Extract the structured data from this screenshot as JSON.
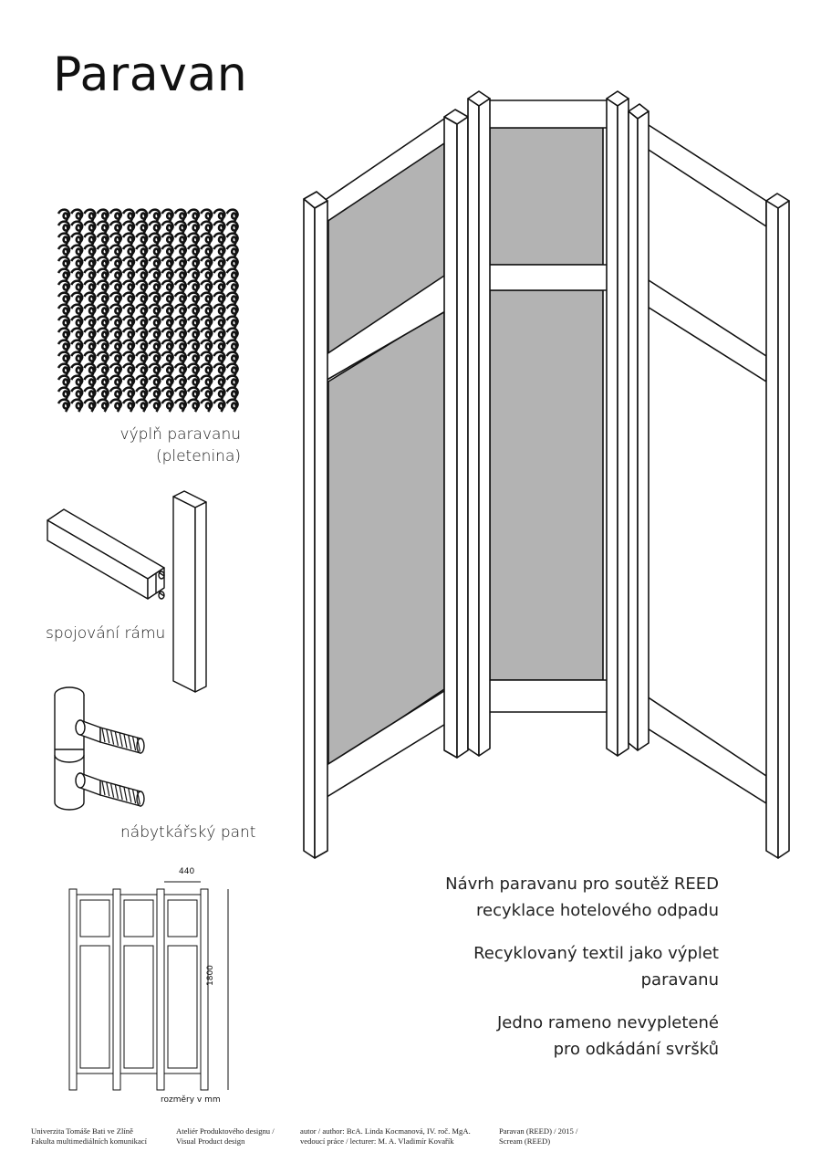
{
  "title": "Paravan",
  "captions": {
    "fill_line1": "výplň paravanu",
    "fill_line2": "(pletenina)",
    "frame_joint": "spojování rámu",
    "hinge": "nábytkářský pant"
  },
  "description": {
    "p1_line1": "Návrh paravanu pro soutěž REED",
    "p1_line2": "recyklace hotelového odpadu",
    "p2_line1": "Recyklovaný textil jako výplet",
    "p2_line2": "paravanu",
    "p3_line1": "Jedno rameno  nevypletené",
    "p3_line2": "pro odkádání svršků"
  },
  "dimensions": {
    "width": "440",
    "height": "1800",
    "units_note": "rozměry v mm"
  },
  "footer": {
    "col1_line1": "Univerzita Tomáše Bati ve Zlíně",
    "col1_line2": "Fakulta multimediálních komunikací",
    "col2_line1": "Ateliér Produktového designu /",
    "col2_line2": "Visual Product design",
    "col3_line1": "autor / author: BcA. Linda Kocmanová, IV. roč. MgA.",
    "col3_line2": "vedoucí práce / lecturer: M. A. Vladimír Kovařík",
    "col4_line1": "Paravan (REED) / 2015 /",
    "col4_line2": "Scream (REED)"
  },
  "colors": {
    "panel_fill": "#b3b3b3",
    "line": "#111111",
    "background": "#ffffff"
  }
}
